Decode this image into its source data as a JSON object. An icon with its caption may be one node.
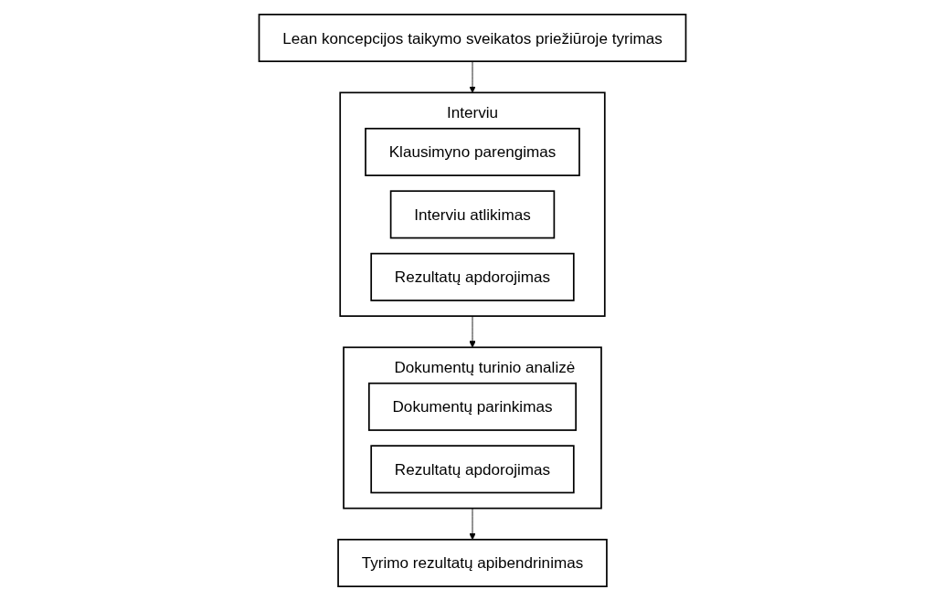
{
  "diagram": {
    "nodes": [
      {
        "text": [
          "Lean koncepcijos taikymo sveikatos priežiūroje tyrimas"
        ]
      },
      {
        "text": [
          "Interviu"
        ]
      },
      {
        "text": [
          "Klausimyno parengimas"
        ],
        "in": 1
      },
      {
        "text": [
          "Interviu atlikimas"
        ],
        "in": 1
      },
      {
        "text": [
          "Rezultatų apdorojimas"
        ],
        "in": 1
      },
      {
        "text": [
          "Dokumentų turinio analizė"
        ]
      },
      {
        "text": [
          "Dokumentų parinkimas"
        ],
        "in": 5
      },
      {
        "text": [
          "Rezultatų apdorojimas"
        ],
        "in": 5
      },
      {
        "text": [
          "Tyrimo rezultatų apibendrinimas"
        ]
      }
    ],
    "edges": [
      {
        "from": 0,
        "to": 1,
        "arrow": "to"
      },
      {
        "from": 1,
        "to": 5,
        "arrow": "to"
      },
      {
        "from": 5,
        "to": 8,
        "arrow": "to"
      }
    ]
  }
}
